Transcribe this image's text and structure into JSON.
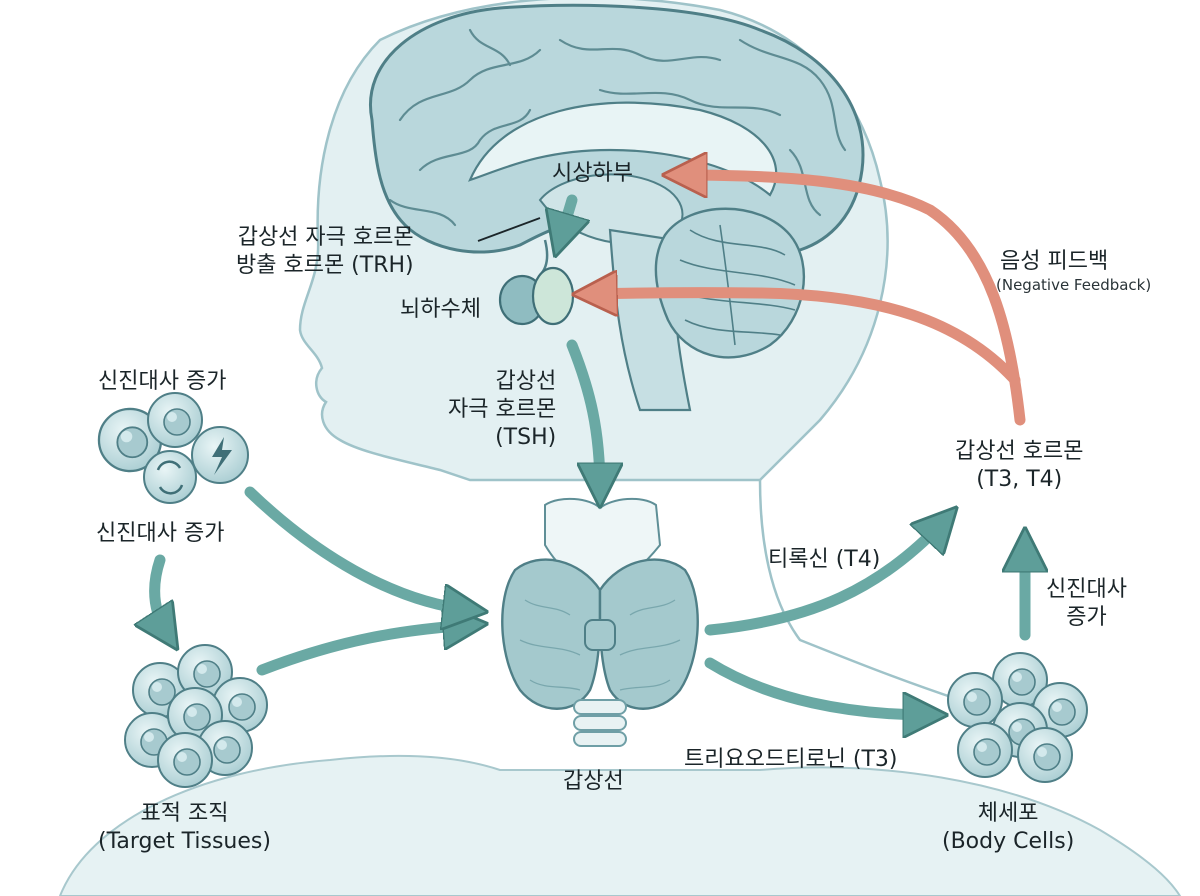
{
  "labels": {
    "hypothalamus": "시상하부",
    "trh_line1": "갑상선 자극 호르몬",
    "trh_line2": "방출 호르몬 (TRH)",
    "pituitary": "뇌하수체",
    "tsh_line1": "갑상선",
    "tsh_line2": "자극 호르몬",
    "tsh_line3": "(TSH)",
    "thyroid": "갑상선",
    "negative_feedback": "음성 피드백",
    "negative_feedback_en": "(Negative Feedback)",
    "thyroid_hormone_line1": "갑상선 호르몬",
    "thyroid_hormone_line2": "(T3, T4)",
    "thyroxine": "티록신 (T4)",
    "triiodothyronine": "트리요오드티로닌 (T3)",
    "metabolism_right_line1": "신진대사",
    "metabolism_right_line2": "증가",
    "metabolism_left_top": "신진대사 증가",
    "metabolism_left_mid": "신진대사 증가",
    "target_tissues_ko": "표적 조직",
    "target_tissues_en": "(Target Tissues)",
    "body_cells_ko": "체세포",
    "body_cells_en": "(Body Cells)"
  },
  "colors": {
    "head_fill": "#e3f0f2",
    "brain_fill": "#bcd9de",
    "outline": "#5f8f97",
    "teal_arrow": "#6aa9a4",
    "feedback_arrow": "#e08f7c"
  }
}
